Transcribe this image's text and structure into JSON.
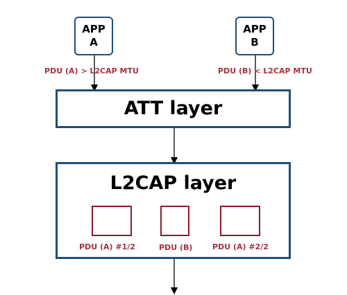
{
  "app_a": {
    "line1": "APP",
    "line2": "A"
  },
  "app_b": {
    "line1": "APP",
    "line2": "B"
  },
  "pdu_a_label": "PDU (A) > L2CAP MTU",
  "pdu_b_label": "PDU (B) < L2CAP MTU",
  "att_layer": {
    "title": "ATT layer"
  },
  "l2cap_layer": {
    "title": "L2CAP layer",
    "fragments": [
      {
        "label": "PDU (A) #1/2"
      },
      {
        "label": "PDU (B)"
      },
      {
        "label": "PDU (A) #2/2"
      }
    ]
  },
  "colors": {
    "box_border": "#1f4e79",
    "fragment_border": "#8b1a2b",
    "label_text": "#a8323e"
  }
}
